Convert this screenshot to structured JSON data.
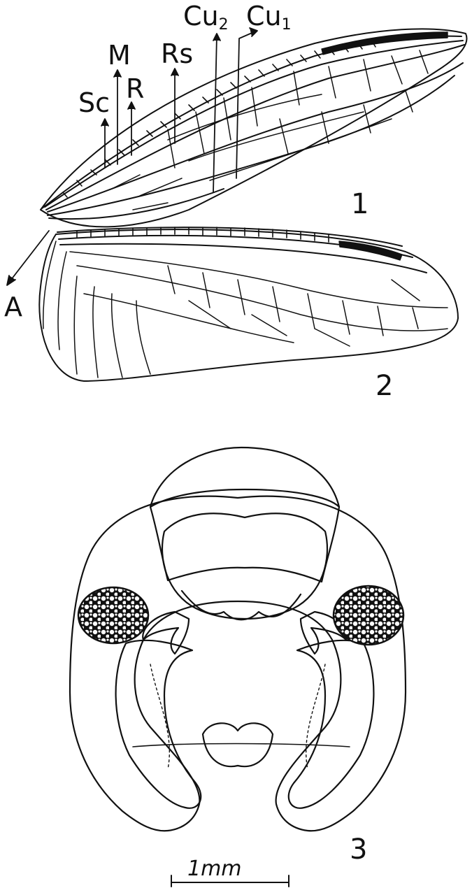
{
  "vein_labels": {
    "sc": "Sc",
    "m": "M",
    "r": "R",
    "rs": "Rs",
    "cu2_base": "Cu",
    "cu2_sub": "2",
    "cu1_base": "Cu",
    "cu1_sub": "1",
    "a": "A"
  },
  "figure_numbers": {
    "fig1": "1",
    "fig2": "2",
    "fig3": "3"
  },
  "scale_bar": {
    "label": "1mm"
  },
  "colors": {
    "ink": "#111111",
    "paper": "#ffffff"
  }
}
